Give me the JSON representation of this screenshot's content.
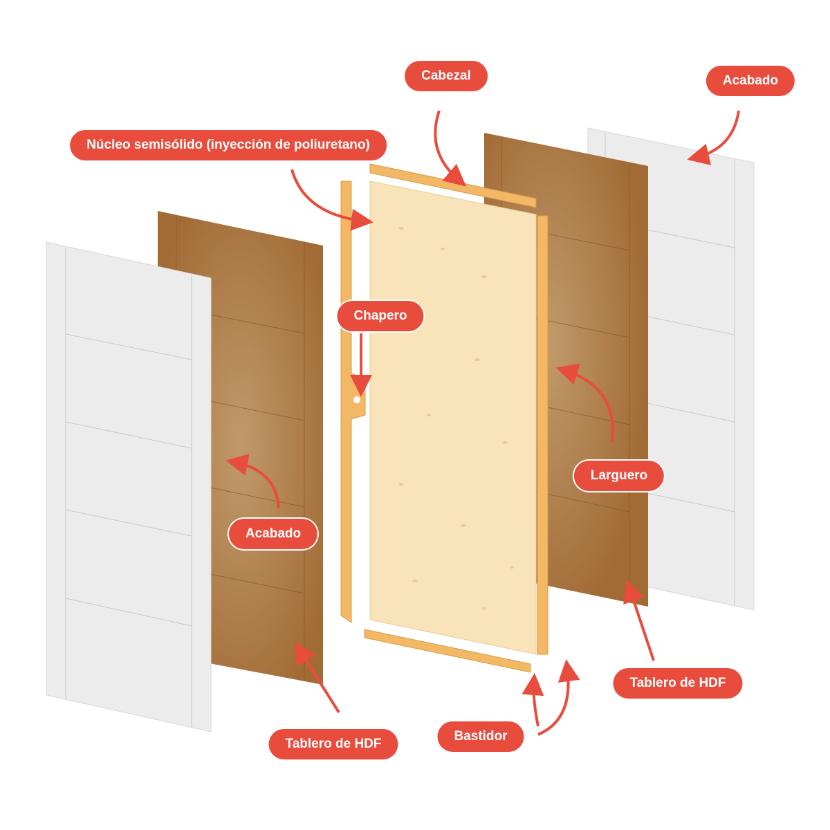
{
  "labels": {
    "cabezal": "Cabezal",
    "acabado_right": "Acabado",
    "nucleo": "Núcleo semisólido (inyección de poliuretano)",
    "chapero": "Chapero",
    "larguero": "Larguero",
    "acabado_left": "Acabado",
    "tablero_right": "Tablero de HDF",
    "bastidor": "Bastidor",
    "tablero_left": "Tablero de HDF"
  },
  "colors": {
    "label": "#e84c3d",
    "arrow": "#e84c3d",
    "finish": "#ececec",
    "hdf": "#a8723f",
    "frame": "#f3b865",
    "core": "#f9e3b8"
  }
}
